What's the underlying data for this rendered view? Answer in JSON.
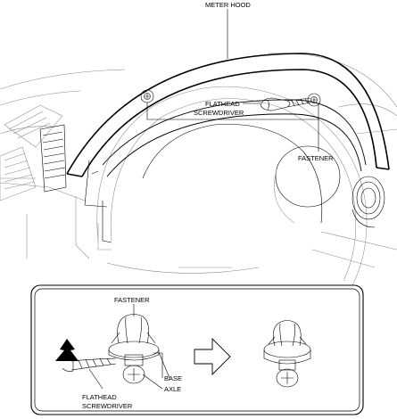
{
  "labels": {
    "meter_hood": "METER HOOD",
    "flathead_screwdriver_top": [
      "FLATHEAD",
      "SCREWDRIVER"
    ],
    "fastener_top": "FASTENER",
    "fastener_detail": "FASTENER",
    "base": "BASE",
    "axle": "AXLE",
    "flathead_screwdriver_detail": [
      "FLATHEAD",
      "SCREWDRIVER"
    ]
  }
}
